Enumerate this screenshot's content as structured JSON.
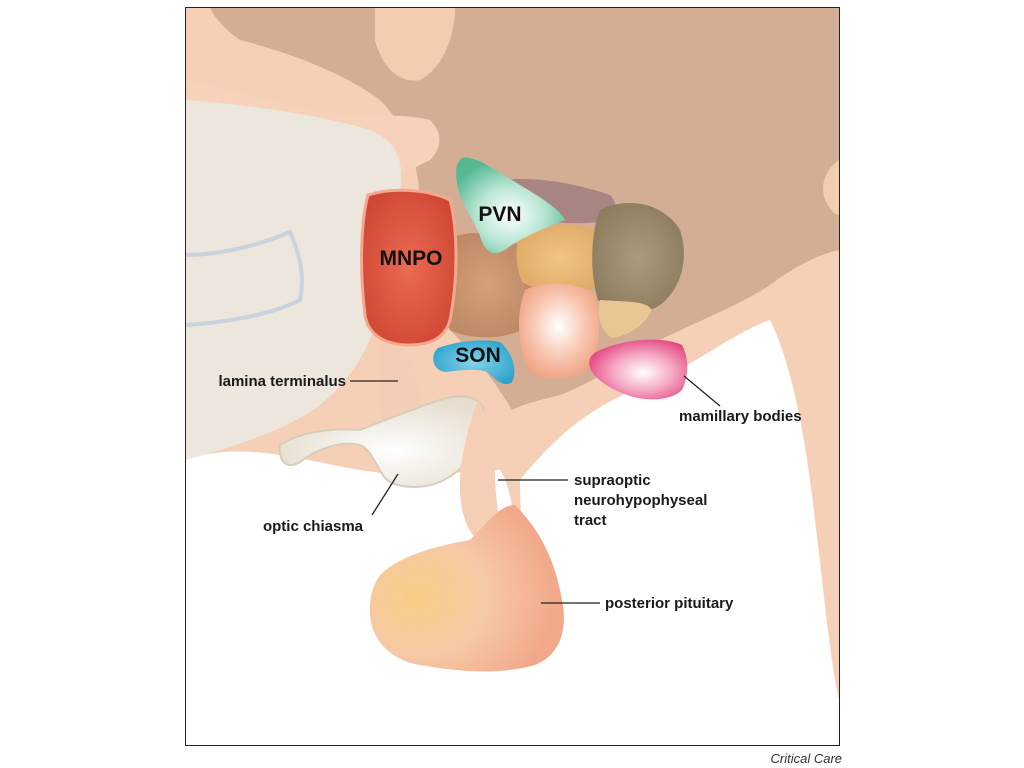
{
  "diagram": {
    "structures": {
      "mnpo": "MNPO",
      "pvn": "PVN",
      "son": "SON"
    },
    "labels": {
      "lamina_terminalus": "lamina terminalus",
      "mamillary_bodies": "mamillary bodies",
      "supraoptic_line1": "supraoptic",
      "supraoptic_line2": "neurohypophyseal",
      "supraoptic_line3": "tract",
      "optic_chiasma": "optic chiasma",
      "posterior_pituitary": "posterior pituitary"
    },
    "credit": "Critical Care"
  },
  "colors": {
    "brain_tissue": "#d3ad94",
    "light_tissue": "#f4ccb2",
    "grey_region": "#ece6dc",
    "mnpo": "#d9523d",
    "pvn": "#6cc7a8",
    "son": "#3fb3d3",
    "mamillary": "#e8588e"
  }
}
